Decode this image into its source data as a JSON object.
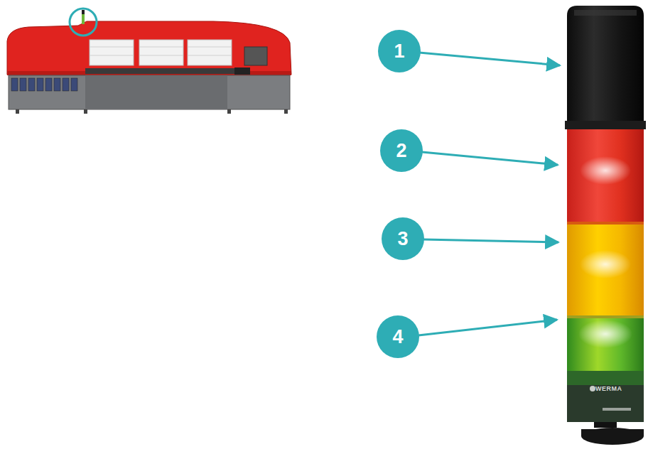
{
  "diagram": {
    "nodes": [
      {
        "text": [
          "1"
        ]
      },
      {
        "text": [
          "2"
        ]
      },
      {
        "text": [
          "3"
        ]
      },
      {
        "text": [
          "4"
        ]
      }
    ],
    "labels": [
      "WERMA"
    ]
  }
}
